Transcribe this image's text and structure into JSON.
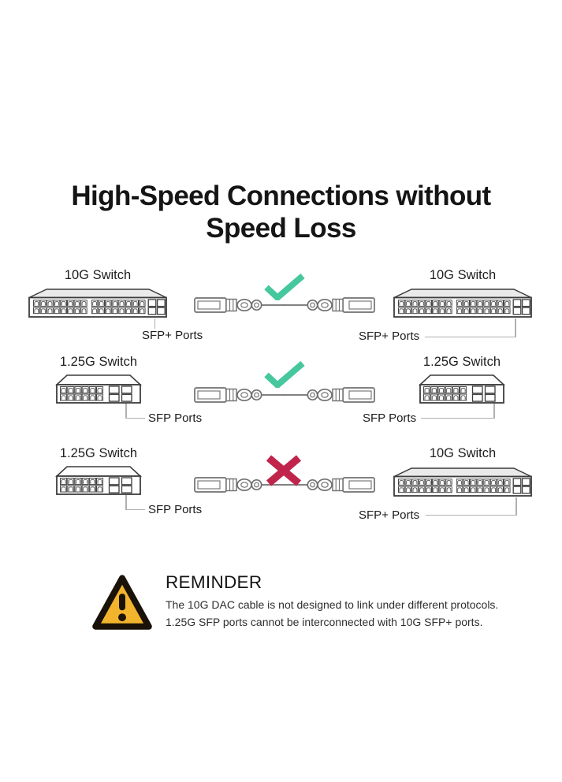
{
  "title": {
    "line1": "High-Speed Connections without",
    "line2": "Speed Loss"
  },
  "colors": {
    "check_green": "#47C79E",
    "cross_red": "#C1244B",
    "warning_yellow": "#F2B42C",
    "warning_outline": "#1A1208"
  },
  "rows": [
    {
      "left": {
        "label": "10G Switch",
        "switch_type": "10G",
        "ports_label": "SFP+ Ports"
      },
      "right": {
        "label": "10G Switch",
        "switch_type": "10G",
        "ports_label": "SFP+ Ports"
      },
      "status": "compatible",
      "status_icon": "check-icon"
    },
    {
      "left": {
        "label": "1.25G Switch",
        "switch_type": "1.25G",
        "ports_label": "SFP Ports"
      },
      "right": {
        "label": "1.25G Switch",
        "switch_type": "1.25G",
        "ports_label": "SFP Ports"
      },
      "status": "compatible",
      "status_icon": "check-icon"
    },
    {
      "left": {
        "label": "1.25G Switch",
        "switch_type": "1.25G",
        "ports_label": "SFP Ports"
      },
      "right": {
        "label": "10G Switch",
        "switch_type": "10G",
        "ports_label": "SFP+ Ports"
      },
      "status": "incompatible",
      "status_icon": "cross-icon"
    }
  ],
  "reminder": {
    "heading": "REMINDER",
    "line1": "The 10G DAC cable is not designed to link under different protocols.",
    "line2": "1.25G SFP ports cannot be interconnected with 10G SFP+ ports."
  }
}
